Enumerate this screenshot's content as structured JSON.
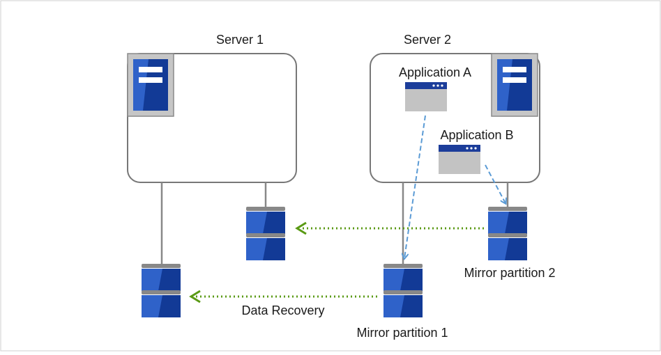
{
  "servers": [
    {
      "label": "Server 1"
    },
    {
      "label": "Server 2"
    }
  ],
  "applications": [
    {
      "label": "Application A"
    },
    {
      "label": "Application B"
    }
  ],
  "partitions": [
    {
      "label": "Mirror partition 1"
    },
    {
      "label": "Mirror partition 2"
    }
  ],
  "flow": {
    "label": "Data Recovery"
  },
  "colors": {
    "server_outline": "#777777",
    "disk_blue": "#2f62c9",
    "disk_dark": "#123a96",
    "disk_cap": "#888888",
    "write_arrow": "#5b9bd5",
    "recovery_arrow": "#5a9a14"
  }
}
